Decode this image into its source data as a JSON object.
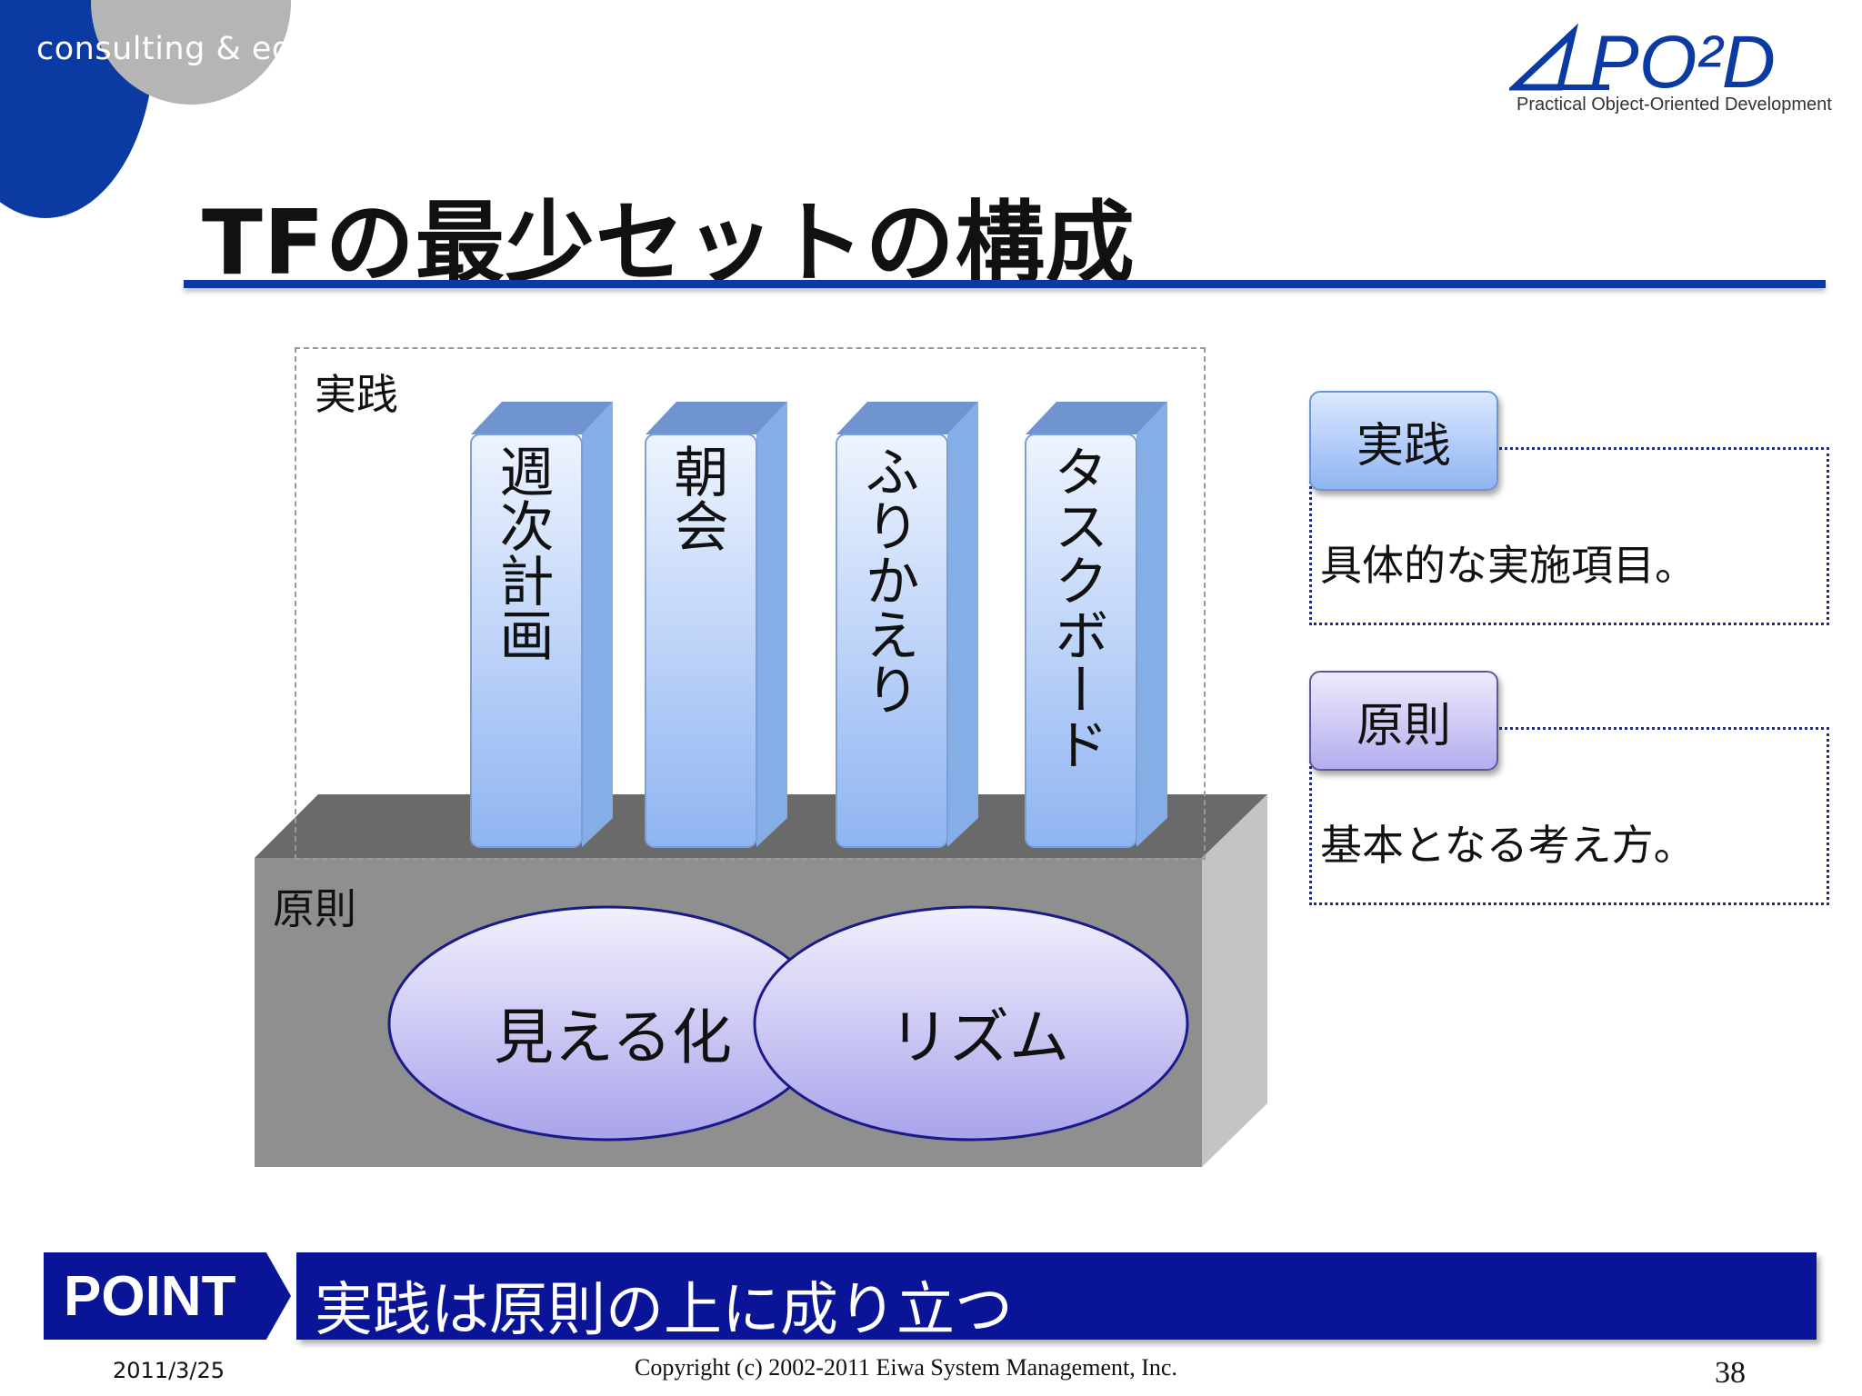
{
  "header": {
    "tagline": "consulting & education",
    "logo_text": "PO²D",
    "logo_subtitle": "Practical Object-Oriented Development"
  },
  "title": "TFの最少セットの構成",
  "diagram": {
    "practice_label": "実践",
    "principle_label": "原則",
    "pillars": [
      "週次計画",
      "朝会",
      "ふりかえり",
      "タスクボード"
    ],
    "principles": [
      "見える化",
      "リズム"
    ]
  },
  "legend": [
    {
      "tag": "実践",
      "description": "具体的な実施項目。"
    },
    {
      "tag": "原則",
      "description": "基本となる考え方。"
    }
  ],
  "point": {
    "label": "POINT",
    "text": "実践は原則の上に成り立つ"
  },
  "footer": {
    "date": "2011/3/25",
    "copyright": "Copyright (c) 2002-2011 Eiwa System Management, Inc.",
    "page": "38"
  },
  "colors": {
    "brand_blue": "#0b3aa3",
    "point_navy": "#0a1496",
    "pillar_blue": "#8fb4f2",
    "oval_lavender": "#b3aeee",
    "base_gray": "#8f8f8f"
  }
}
